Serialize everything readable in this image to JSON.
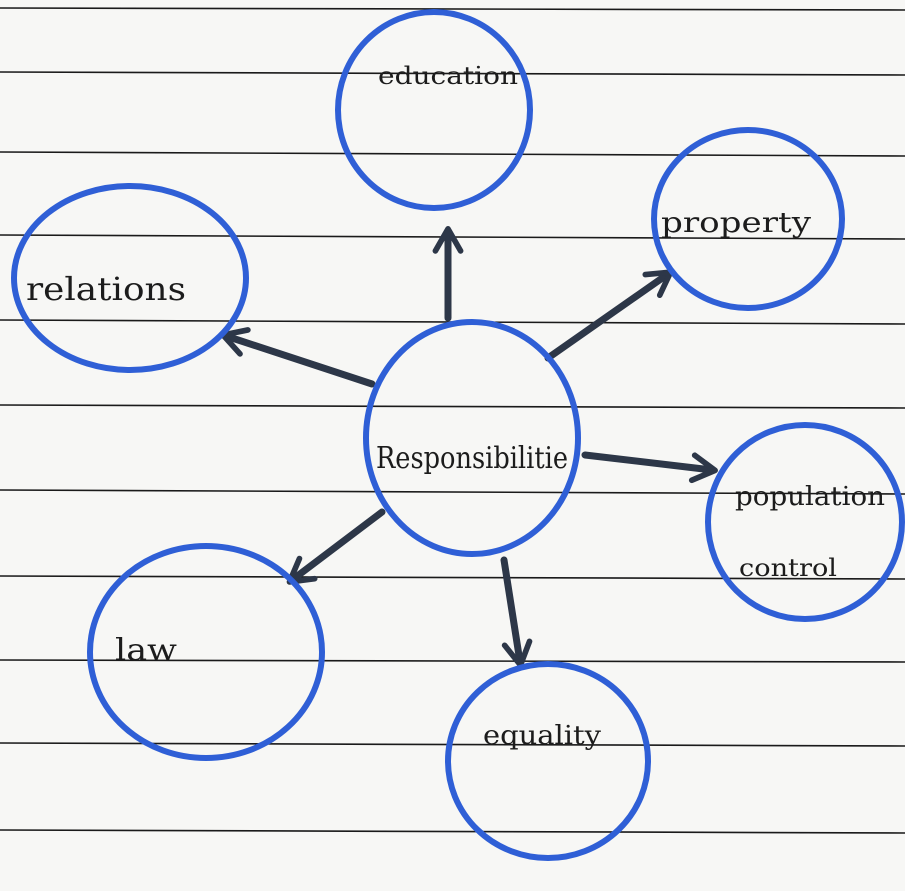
{
  "diagram": {
    "center": {
      "id": "responsibilities",
      "label": "Responsibilitie"
    },
    "nodes": [
      {
        "id": "education",
        "label": "education"
      },
      {
        "id": "property",
        "label": "property"
      },
      {
        "id": "relations",
        "label": "relations"
      },
      {
        "id": "population-control",
        "label_line1": "population",
        "label_line2": "control"
      },
      {
        "id": "law",
        "label": "law"
      },
      {
        "id": "equality",
        "label": "equality"
      }
    ],
    "edges": [
      {
        "from": "responsibilities",
        "to": "education"
      },
      {
        "from": "responsibilities",
        "to": "property"
      },
      {
        "from": "responsibilities",
        "to": "relations"
      },
      {
        "from": "responsibilities",
        "to": "population-control"
      },
      {
        "from": "responsibilities",
        "to": "law"
      },
      {
        "from": "responsibilities",
        "to": "equality"
      }
    ],
    "colors": {
      "paper": "#f7f7f5",
      "ruled_line": "#1a1a1a",
      "circle": "#2f5fd6",
      "arrow": "#2d3748",
      "ink": "#1c1c1c"
    }
  }
}
